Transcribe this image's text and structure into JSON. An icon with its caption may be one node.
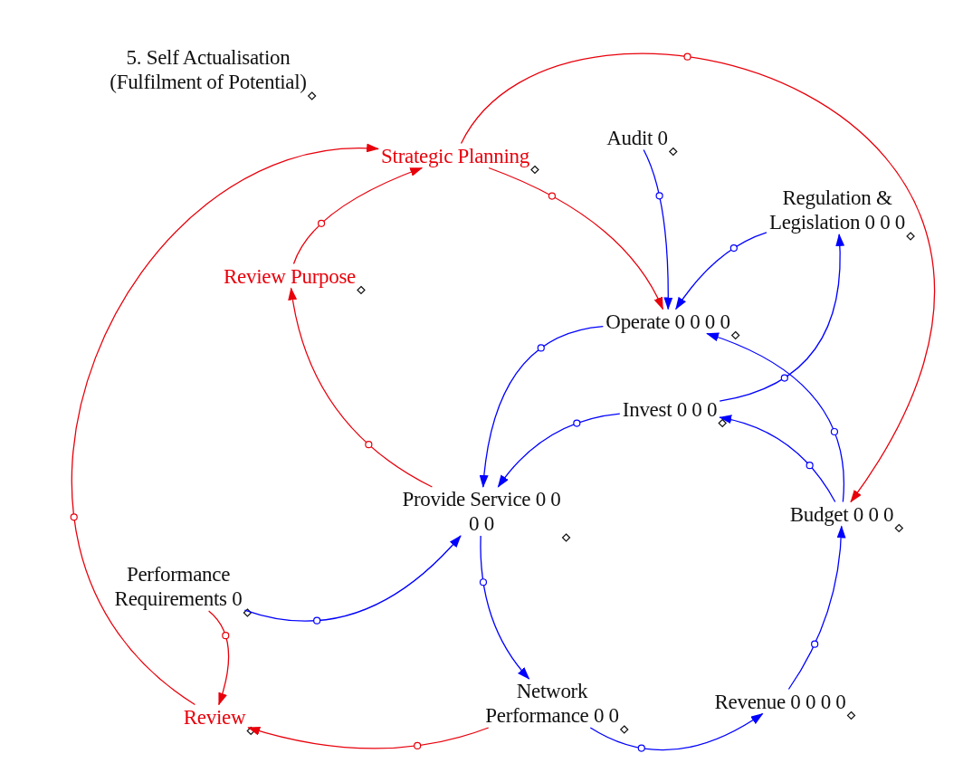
{
  "diagram": {
    "nodes": [
      {
        "text": [
          "Strategic Planning"
        ]
      },
      {
        "text": [
          "Audit 0"
        ]
      },
      {
        "text": [
          "Regulation & Legislation 0 0 0"
        ]
      },
      {
        "text": [
          "Review Purpose"
        ]
      },
      {
        "text": [
          "Operate 0 0 0 0"
        ]
      },
      {
        "text": [
          "Invest 0 0 0"
        ]
      },
      {
        "text": [
          "Provide Service 0 0 0 0"
        ]
      },
      {
        "text": [
          "Budget 0 0 0"
        ]
      },
      {
        "text": [
          "Performance Requirements 0"
        ]
      },
      {
        "text": [
          "Review"
        ]
      },
      {
        "text": [
          "Network Performance 0 0"
        ]
      },
      {
        "text": [
          "Revenue 0 0 0 0"
        ]
      }
    ],
    "edges": [
      {
        "from": 9,
        "to": 0,
        "arrow": "to",
        "color": "#e8000b"
      },
      {
        "from": 3,
        "to": 0,
        "arrow": "to",
        "color": "#e8000b"
      },
      {
        "from": 6,
        "to": 3,
        "arrow": "to",
        "color": "#e8000b"
      },
      {
        "from": 0,
        "to": 4,
        "arrow": "to",
        "color": "#e8000b"
      },
      {
        "from": 0,
        "to": 7,
        "arrow": "to",
        "color": "#e8000b"
      },
      {
        "from": 1,
        "to": 4,
        "arrow": "to"
      },
      {
        "from": 2,
        "to": 4,
        "arrow": "to"
      },
      {
        "from": 4,
        "to": 6,
        "arrow": "to"
      },
      {
        "from": 5,
        "to": 6,
        "arrow": "to"
      },
      {
        "from": 5,
        "to": 2,
        "arrow": "to"
      },
      {
        "from": 7,
        "to": 5,
        "arrow": "to"
      },
      {
        "from": 7,
        "to": 4,
        "arrow": "to"
      },
      {
        "from": 8,
        "to": 6,
        "arrow": "to"
      },
      {
        "from": 8,
        "to": 9,
        "arrow": "to",
        "color": "#e8000b"
      },
      {
        "from": 6,
        "to": 10,
        "arrow": "to"
      },
      {
        "from": 10,
        "to": 9,
        "arrow": "to",
        "color": "#e8000b"
      },
      {
        "from": 10,
        "to": 11,
        "arrow": "to"
      },
      {
        "from": 11,
        "to": 7,
        "arrow": "to"
      }
    ],
    "labels": [
      "5. Self Actualisation (Fulfilment of Potential)"
    ]
  }
}
